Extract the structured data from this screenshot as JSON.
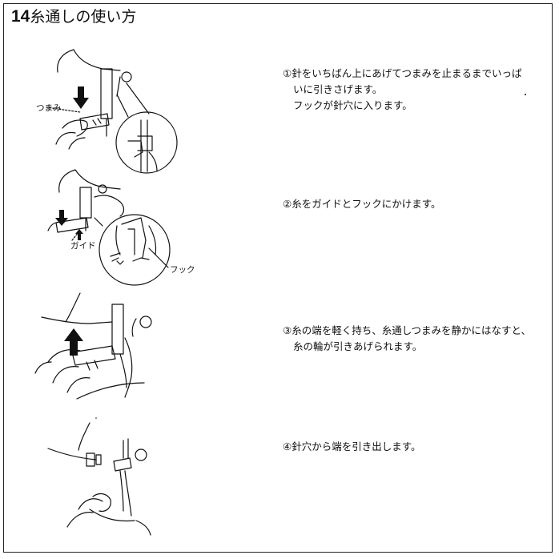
{
  "title": {
    "number": "14",
    "text": "糸通しの使い方"
  },
  "labels": {
    "knob": "つまみ",
    "guide": "ガイド",
    "hook": "フック"
  },
  "steps": [
    {
      "lines": [
        "①針をいちばん上にあげてつまみを止まるまでいっぱ",
        "いに引きさげます。",
        "フックが針穴に入ります。"
      ]
    },
    {
      "lines": [
        "②糸をガイドとフックにかけます。"
      ]
    },
    {
      "lines": [
        "③糸の端を軽く持ち、糸通しつまみを静かにはなすと、",
        "糸の輪が引きあげられます。"
      ]
    },
    {
      "lines": [
        "④針穴から端を引き出します。"
      ]
    }
  ]
}
